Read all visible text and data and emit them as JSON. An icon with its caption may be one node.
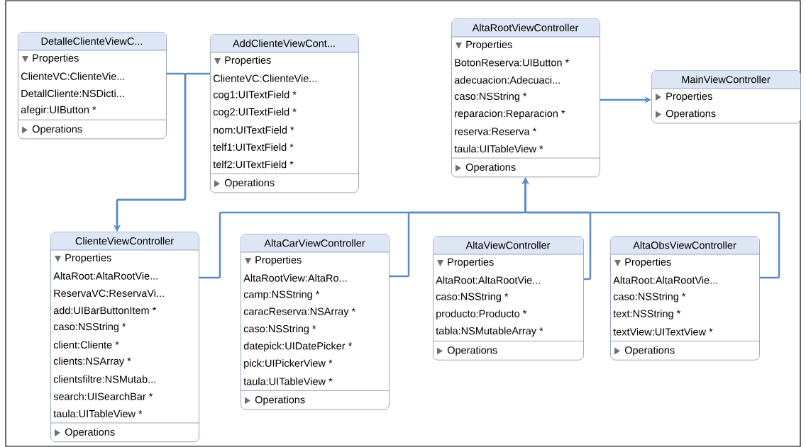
{
  "diagram": {
    "nodes": [
      {
        "text": [
          "DetalleClienteViewC...",
          "Properties",
          "ClienteVC:ClienteVie...",
          "DetallCliente:NSDicti...",
          "afegir:UIButton *",
          "Operations"
        ]
      },
      {
        "text": [
          "AddClienteViewCont...",
          "Properties",
          "ClienteVC:ClienteVie...",
          "cog1:UITextField *",
          "cog2:UITextField *",
          "nom:UITextField *",
          "telf1:UITextField *",
          "telf2:UITextField *",
          "Operations"
        ]
      },
      {
        "text": [
          "AltaRootViewController",
          "Properties",
          "BotonReserva:UIButton *",
          "adecuacion:Adecuaci...",
          "caso:NSString *",
          "reparacion:Reparacion *",
          "reserva:Reserva *",
          "taula:UITableView *",
          "Operations"
        ]
      },
      {
        "text": [
          "MainViewController",
          "Properties",
          "Operations"
        ]
      },
      {
        "text": [
          "ClienteViewController",
          "Properties",
          "AltaRoot:AltaRootVie...",
          "ReservaVC:ReservaVi...",
          "add:UIBarButtonItem *",
          "caso:NSString *",
          "client:Cliente *",
          "clients:NSArray *",
          "clientsfiltre:NSMutab...",
          "search:UISearchBar *",
          "taula:UITableView *",
          "Operations"
        ]
      },
      {
        "text": [
          "AltaCarViewController",
          "Properties",
          "AltaRootView:AltaRo...",
          "camp:NSString *",
          "caracReserva:NSArray *",
          "caso:NSString *",
          "datepick:UIDatePicker *",
          "pick:UIPickerView *",
          "taula:UITableView *",
          "Operations"
        ]
      },
      {
        "text": [
          "AltaViewController",
          "Properties",
          "AltaRoot:AltaRootVie...",
          "caso:NSString *",
          "producto:Producto *",
          "tabla:NSMutableArray *",
          "Operations"
        ]
      },
      {
        "text": [
          "AltaObsViewController",
          "Properties",
          "AltaRoot:AltaRootVie...",
          "caso:NSString *",
          "text:NSString *",
          "textView:UITextView *",
          "Operations"
        ]
      }
    ],
    "edges": [
      {
        "from": 0,
        "to": 4,
        "arrow": "to"
      },
      {
        "from": 1,
        "to": 4,
        "arrow": "to"
      },
      {
        "from": 2,
        "to": 3,
        "arrow": "to"
      },
      {
        "from": 4,
        "to": 2,
        "arrow": "to"
      },
      {
        "from": 5,
        "to": 2,
        "arrow": "to"
      },
      {
        "from": 6,
        "to": 2,
        "arrow": "to"
      },
      {
        "from": 7,
        "to": 2,
        "arrow": "to"
      }
    ]
  }
}
